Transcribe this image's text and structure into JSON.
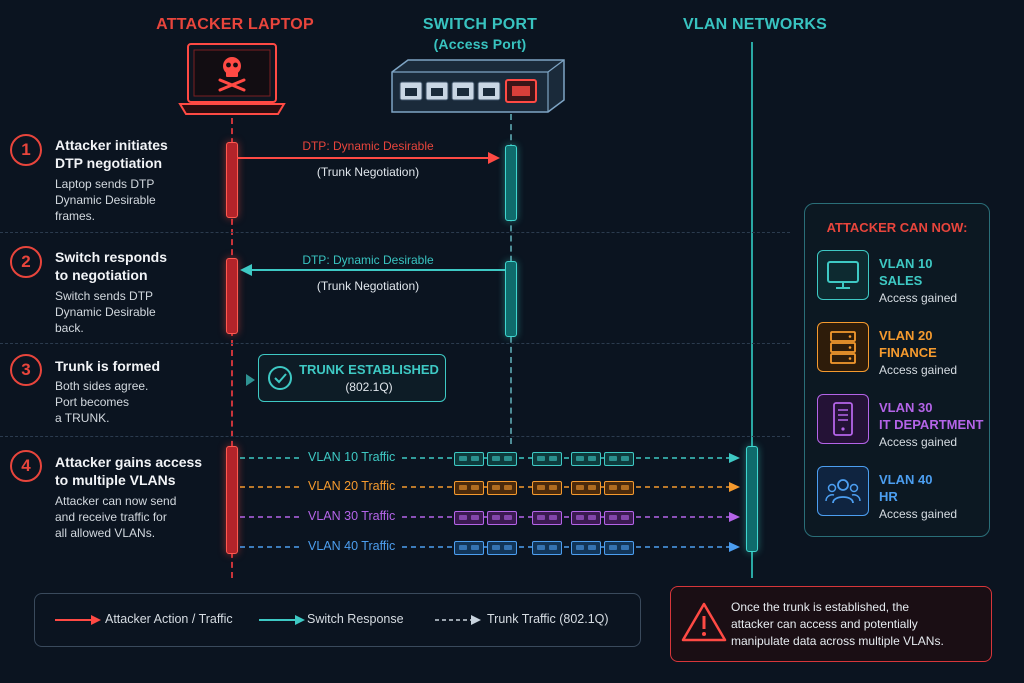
{
  "columns": {
    "attacker": "ATTACKER LAPTOP",
    "switch": "SWITCH PORT",
    "switch_sub": "(Access Port)",
    "vlans": "VLAN NETWORKS"
  },
  "steps": [
    {
      "num": "1",
      "title_1": "Attacker initiates",
      "title_2": "DTP negotiation",
      "desc": [
        "Laptop sends DTP",
        "Dynamic Desirable",
        "frames."
      ]
    },
    {
      "num": "2",
      "title_1": "Switch responds",
      "title_2": "to negotiation",
      "desc": [
        "Switch sends DTP",
        "Dynamic Desirable",
        "back."
      ]
    },
    {
      "num": "3",
      "title_1": "Trunk is formed",
      "title_2": "",
      "desc": [
        "Both sides agree.",
        "Port becomes",
        "a TRUNK."
      ]
    },
    {
      "num": "4",
      "title_1": "Attacker gains access",
      "title_2": "to multiple VLANs",
      "desc": [
        "Attacker can now send",
        "and receive traffic for",
        "all allowed VLANs."
      ]
    }
  ],
  "messages": {
    "m1": "DTP: Dynamic Desirable",
    "m1_sub": "(Trunk Negotiation)",
    "m2": "DTP: Dynamic Desirable",
    "m2_sub": "(Trunk Negotiation)"
  },
  "trunk": {
    "title": "TRUNK ESTABLISHED",
    "sub": "(802.1Q)"
  },
  "traffic": [
    {
      "label": "VLAN 10 Traffic",
      "color": "#3ec9c4"
    },
    {
      "label": "VLAN 20 Traffic",
      "color": "#f59a2e"
    },
    {
      "label": "VLAN 30 Traffic",
      "color": "#b464e8"
    },
    {
      "label": "VLAN 40 Traffic",
      "color": "#4c9ef0"
    }
  ],
  "panel": {
    "title": "ATTACKER CAN NOW:",
    "items": [
      {
        "name_1": "VLAN 10",
        "name_2": "SALES",
        "status": "Access gained",
        "color": "#3ec9c4",
        "icon": "monitor-icon"
      },
      {
        "name_1": "VLAN 20",
        "name_2": "FINANCE",
        "status": "Access gained",
        "color": "#f59a2e",
        "icon": "server-icon"
      },
      {
        "name_1": "VLAN 30",
        "name_2": "IT DEPARTMENT",
        "status": "Access gained",
        "color": "#b464e8",
        "icon": "server-rack-icon"
      },
      {
        "name_1": "VLAN 40",
        "name_2": "HR",
        "status": "Access gained",
        "color": "#4c9ef0",
        "icon": "users-icon"
      }
    ]
  },
  "legend": {
    "attacker": "Attacker Action / Traffic",
    "switch": "Switch Response",
    "trunk": "Trunk Traffic (802.1Q)"
  },
  "warning": {
    "lines": [
      "Once the trunk is established, the",
      "attacker can access and potentially",
      "manipulate data across multiple VLANs."
    ]
  }
}
